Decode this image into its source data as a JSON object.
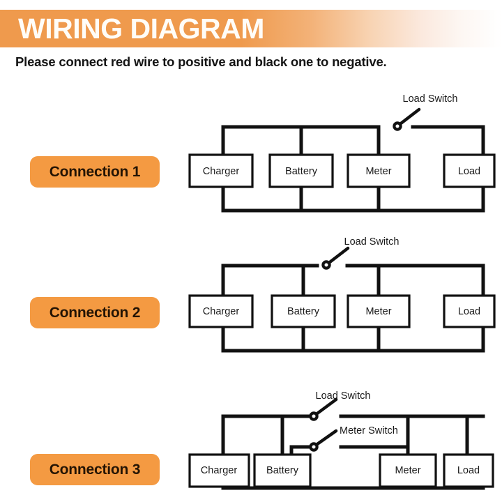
{
  "header": {
    "title": "WIRING DIAGRAM",
    "accent_color": "#ef9a4d",
    "title_color": "#fffdf8"
  },
  "subtitle": "Please connect red wire to positive and black one to negative.",
  "badges": {
    "connection_1": "Connection 1",
    "connection_2": "Connection 2",
    "connection_3": "Connection 3",
    "color": "#f49a42",
    "text_color": "#241404"
  },
  "connections": [
    {
      "id": "connection-1",
      "label": "Connection 1",
      "components": [
        {
          "name": "charger",
          "label": "Charger"
        },
        {
          "name": "battery",
          "label": "Battery"
        },
        {
          "name": "meter",
          "label": "Meter"
        },
        {
          "name": "load",
          "label": "Load"
        }
      ],
      "switches": [
        {
          "name": "load-switch",
          "label": "Load Switch",
          "position": "between-meter-and-load",
          "state": "open"
        }
      ]
    },
    {
      "id": "connection-2",
      "label": "Connection 2",
      "components": [
        {
          "name": "charger",
          "label": "Charger"
        },
        {
          "name": "battery",
          "label": "Battery"
        },
        {
          "name": "meter",
          "label": "Meter"
        },
        {
          "name": "load",
          "label": "Load"
        }
      ],
      "switches": [
        {
          "name": "load-switch",
          "label": "Load Switch",
          "position": "between-battery-and-meter",
          "state": "open"
        }
      ]
    },
    {
      "id": "connection-3",
      "label": "Connection 3",
      "components": [
        {
          "name": "charger",
          "label": "Charger"
        },
        {
          "name": "battery",
          "label": "Battery"
        },
        {
          "name": "meter",
          "label": "Meter"
        },
        {
          "name": "load",
          "label": "Load"
        }
      ],
      "switches": [
        {
          "name": "load-switch",
          "label": "Load Switch",
          "position": "upper-rail",
          "state": "open"
        },
        {
          "name": "meter-switch",
          "label": "Meter Switch",
          "position": "lower-branch",
          "state": "open"
        }
      ]
    }
  ],
  "wire_color": "#111111"
}
